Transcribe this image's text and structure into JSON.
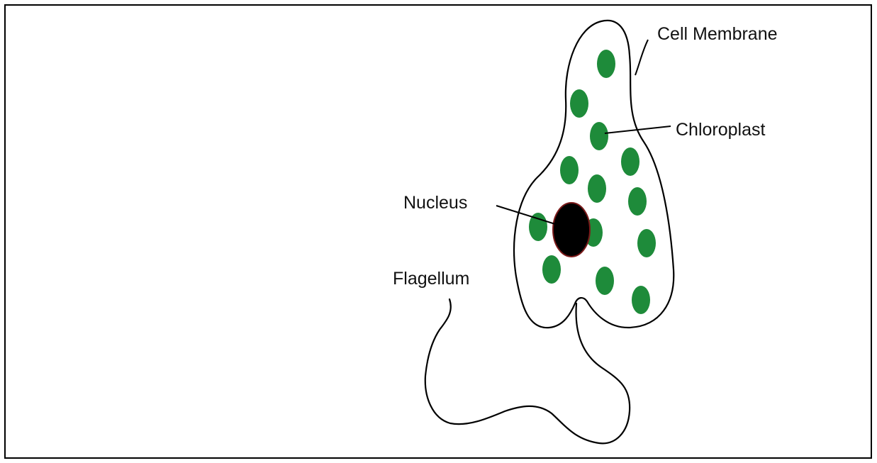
{
  "diagram": {
    "labels": {
      "cell_membrane": "Cell Membrane",
      "chloroplast": "Chloroplast",
      "nucleus": "Nucleus",
      "flagellum": "Flagellum"
    },
    "colors": {
      "chloroplast": "#1e8b3a",
      "nucleus": "#000000",
      "nucleus_rim": "#7a1a1a",
      "outline": "#000000",
      "background": "#ffffff"
    }
  }
}
